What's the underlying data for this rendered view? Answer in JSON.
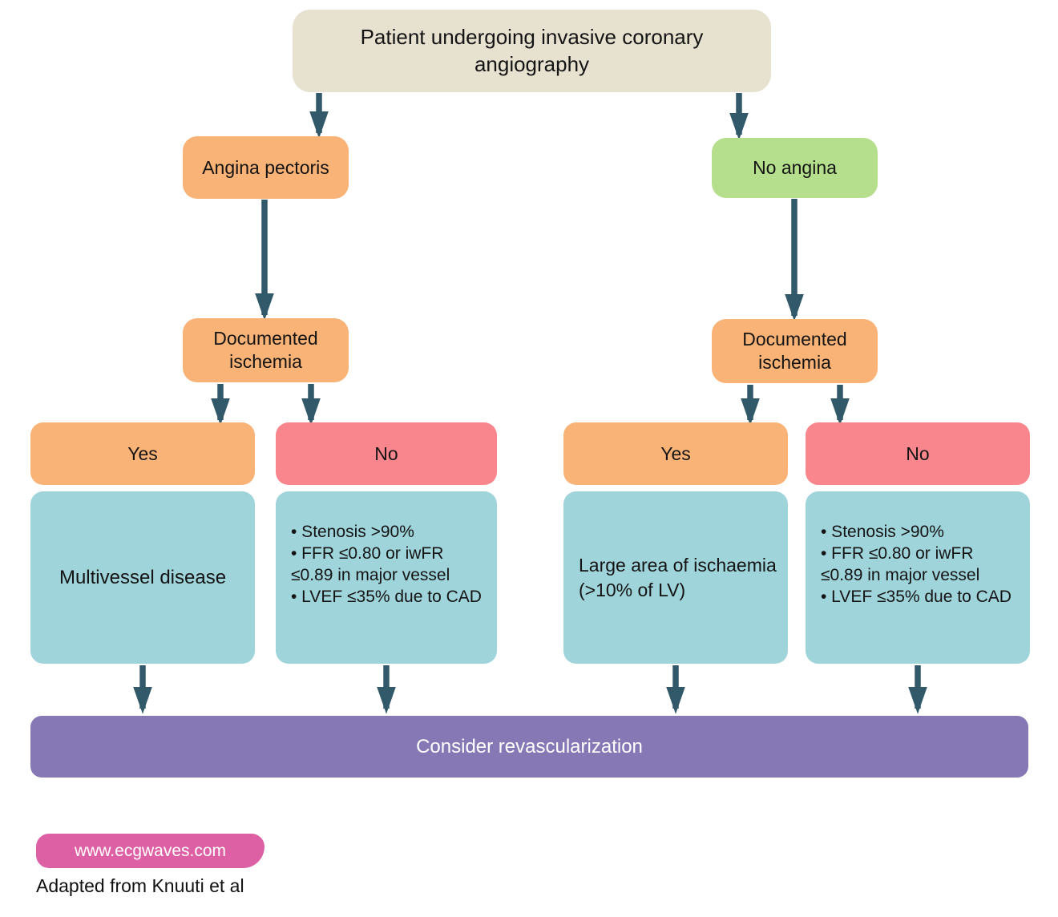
{
  "flowchart": {
    "root_label": "Patient undergoing invasive coronary angiography",
    "left_branch": {
      "entry_label": "Angina pectoris",
      "question_label": "Documented ischemia",
      "yes_label": "Yes",
      "no_label": "No",
      "yes_outcome": "Multivessel disease",
      "no_criteria": [
        "• Stenosis >90%",
        "• FFR ≤0.80 or iwFR ≤0.89 in major vessel",
        "• LVEF ≤35% due to CAD"
      ]
    },
    "right_branch": {
      "entry_label": "No angina",
      "question_label": "Documented ischemia",
      "yes_label": "Yes",
      "no_label": "No",
      "yes_outcome": "Large area of ischaemia (>10% of LV)",
      "no_criteria": [
        "• Stenosis >90%",
        "• FFR ≤0.80 or iwFR ≤0.89 in major vessel",
        "• LVEF ≤35% due to CAD"
      ]
    },
    "outcome_label": "Consider revascularization"
  },
  "footer": {
    "badge": "www.ecgwaves.com",
    "attribution": "Adapted from Knuuti et al"
  },
  "colors": {
    "root-bg": "#e7e1d0",
    "orange": "#fab377",
    "green": "#b5df8c",
    "red": "#fa868d",
    "teal": "#9fd4db",
    "purple": "#8678b5",
    "arrow": "#32596a",
    "badge-pink": "#dd5fa4",
    "text-dark": "#141414",
    "text-light": "#ffffff"
  }
}
